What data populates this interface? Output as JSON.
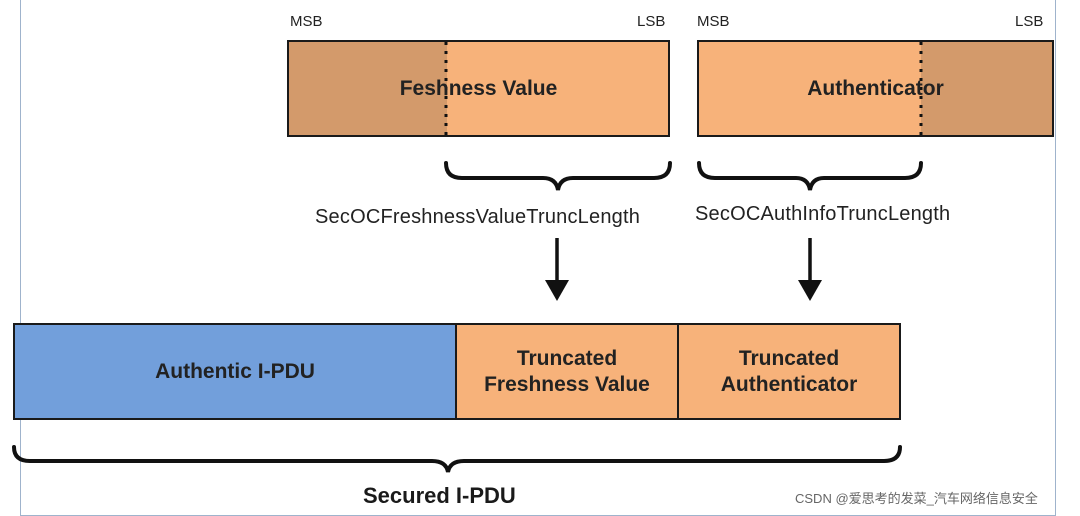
{
  "labels": {
    "msb": "MSB",
    "lsb": "LSB"
  },
  "top": {
    "freshness_value": "Feshness Value",
    "authenticator": "Authenticator"
  },
  "params": {
    "freshness_trunc": "SecOCFreshnessValueTruncLength",
    "auth_trunc": "SecOCAuthInfoTruncLength"
  },
  "pdu": {
    "authentic": "Authentic I-PDU",
    "truncated_freshness_line1": "Truncated",
    "truncated_freshness_line2": "Freshness Value",
    "truncated_auth_line1": "Truncated",
    "truncated_auth_line2": "Authenticator"
  },
  "caption": "Secured I-PDU",
  "watermark": "CSDN @爱思考的发菜_汽车网络信息安全",
  "colors": {
    "light": "#f7b27a",
    "dark": "#d39a6b",
    "blue": "#729fdb"
  }
}
